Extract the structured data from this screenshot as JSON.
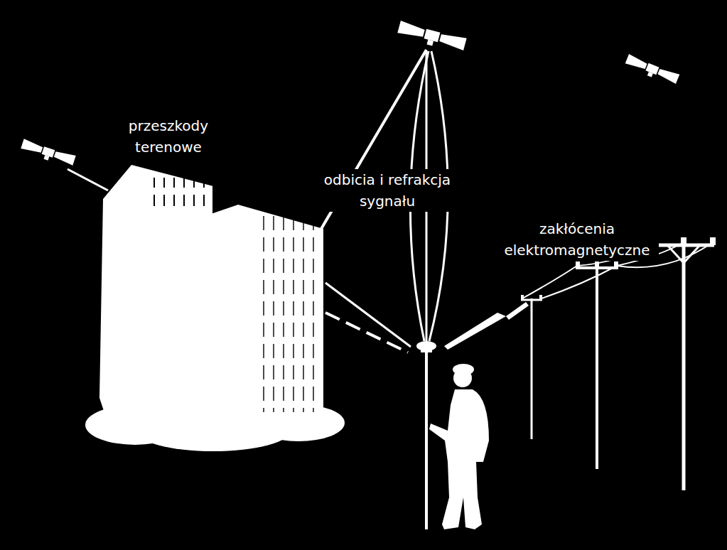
{
  "diagram": {
    "labels": [
      "przeszkody terenowe",
      "odbicia i refrakcja sygnału",
      "zakłócenia elektromagnetyczne"
    ]
  }
}
